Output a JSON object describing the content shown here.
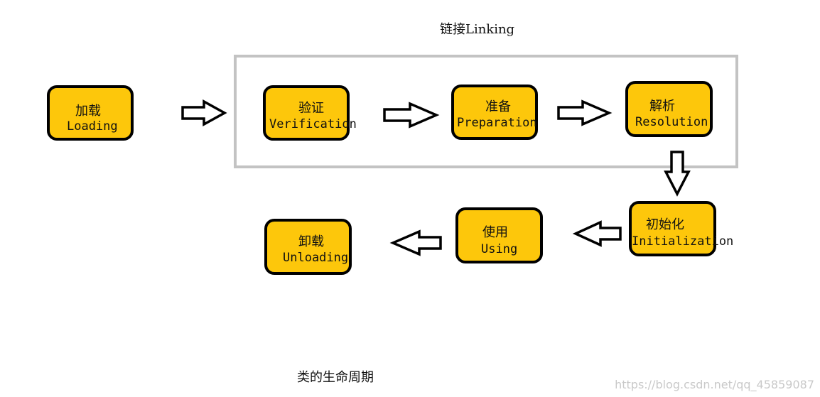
{
  "diagram": {
    "linking_title": "链接Linking",
    "caption": "类的生命周期",
    "watermark": "https://blog.csdn.net/qq_45859087",
    "colors": {
      "node_fill": "#fdc70b",
      "node_border": "#000000",
      "group_border": "#c3c3c3"
    },
    "nodes": {
      "loading": {
        "cn": "加载",
        "en": "Loading"
      },
      "verification": {
        "cn": "验证",
        "en": "Verification"
      },
      "preparation": {
        "cn": "准备",
        "en": "Preparation"
      },
      "resolution": {
        "cn": "解析",
        "en": "Resolution"
      },
      "initialization": {
        "cn": "初始化",
        "en": "Initialization"
      },
      "using": {
        "cn": "使用",
        "en": "Using"
      },
      "unloading": {
        "cn": "卸载",
        "en": "Unloading"
      }
    }
  }
}
